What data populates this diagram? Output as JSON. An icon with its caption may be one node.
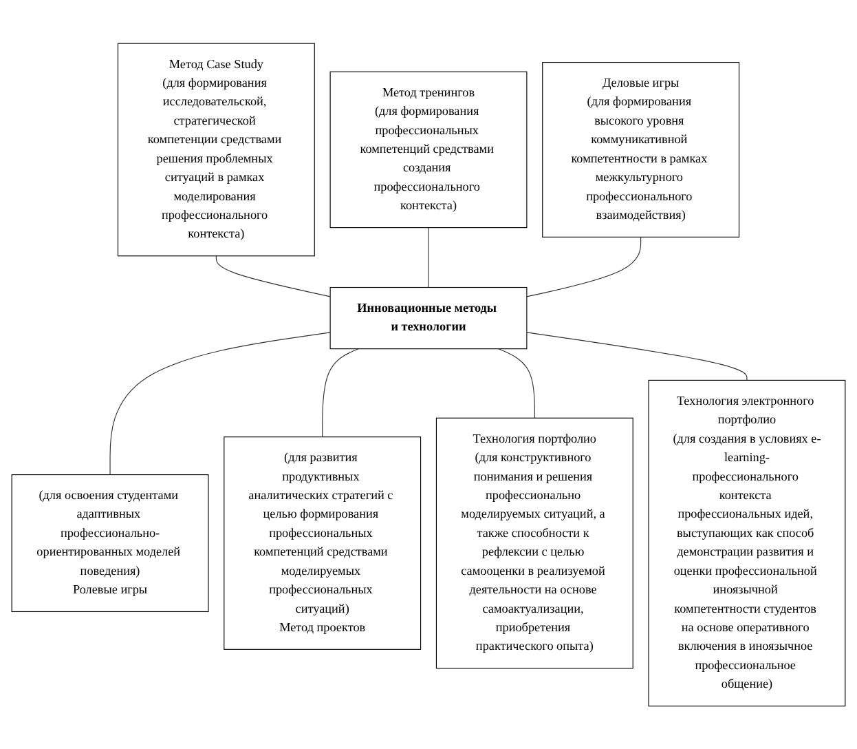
{
  "diagram": {
    "nodes": [
      {
        "text": [
          "Метод Case Study",
          "(для формирования исследовательской, стратегической компетенции средствами решения проблемных ситуаций в рамках моделирования профессионального контекста)"
        ]
      },
      {
        "text": [
          "Метод тренингов",
          "(для формирования профессиональных компетенций средствами создания профессионального контекста)"
        ]
      },
      {
        "text": [
          "Деловые игры",
          "(для формирования высокого уровня коммуникативной компетентности в рамках межкультурного профессионального взаимодействия)"
        ]
      },
      {
        "text": [
          "Инновационные методы и технологии"
        ]
      },
      {
        "text": [
          "(для освоения студентами адаптивных профессионально-ориентированных моделей поведения)",
          "Ролевые игры"
        ]
      },
      {
        "text": [
          "(для развития продуктивных аналитических стратегий с целью формирования профессиональных компетенций средствами моделируемых профессиональных ситуаций)",
          "Метод проектов"
        ]
      },
      {
        "text": [
          "Технология портфолио",
          "(для конструктивного понимания и решения профессионально моделируемых ситуаций, а также способности к рефлексии с целью самооценки в реализуемой деятельности на основе самоактуализации, приобретения практического опыта)"
        ]
      },
      {
        "text": [
          "Технология электронного портфолио",
          "(для создания в условиях e-learning-профессионального контекста профессиональных идей, выступающих как способ демонстрации развития и оценки профессиональной иноязычной компетентности студентов на основе оперативного включения в иноязычное профессиональное общение)"
        ]
      }
    ],
    "edges": [
      {
        "from": 0,
        "to": 3,
        "arrow": "none"
      },
      {
        "from": 1,
        "to": 3,
        "arrow": "none"
      },
      {
        "from": 2,
        "to": 3,
        "arrow": "none"
      },
      {
        "from": 3,
        "to": 4,
        "arrow": "none"
      },
      {
        "from": 3,
        "to": 5,
        "arrow": "none"
      },
      {
        "from": 3,
        "to": 6,
        "arrow": "none"
      },
      {
        "from": 3,
        "to": 7,
        "arrow": "none"
      }
    ]
  }
}
